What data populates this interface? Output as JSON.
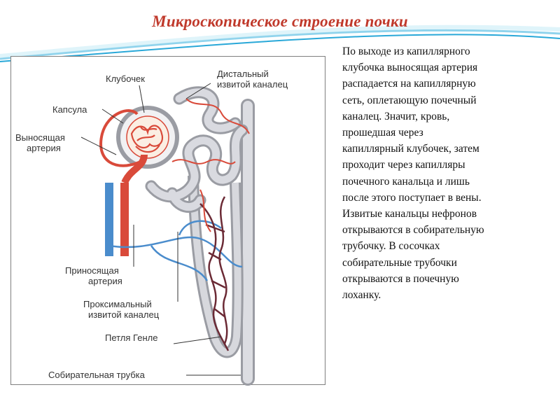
{
  "slide": {
    "title": "Микроскопическое строение почки",
    "body_lines": [
      "По выходе из капиллярного",
      "клубочка выносящая артерия",
      "распадается на капиллярную",
      "сеть, оплетающую почечный",
      "каналец. Значит, кровь,",
      "прошедшая через",
      "капиллярный клубочек, затем",
      "проходит через капилляры",
      "почечного канальца и лишь",
      "после этого поступает в вены.",
      "Извитые канальцы нефронов",
      "открываются в собирательную",
      "трубочку. В сосочках",
      "собирательные трубочки",
      "открываются в почечную",
      "лоханку."
    ]
  },
  "figure": {
    "labels": {
      "glomerulus": "Клубочек",
      "distal_1": "Дистальный",
      "distal_2": "извитой каналец",
      "capsule": "Капсула",
      "efferent_1": "Выносящая",
      "efferent_2": "артерия",
      "afferent_1": "Приносящая",
      "afferent_2": "артерия",
      "proximal_1": "Проксимальный",
      "proximal_2": "извитой каналец",
      "henle": "Петля Генле",
      "collecting": "Собирательная трубка"
    }
  },
  "colors": {
    "title": "#c0392b",
    "artery": "#d94a3a",
    "vein": "#4a8ccc",
    "tubule": "#cfd1d6",
    "capillary_dark": "#6b2a35",
    "wave_accent": "#29a8d8"
  }
}
